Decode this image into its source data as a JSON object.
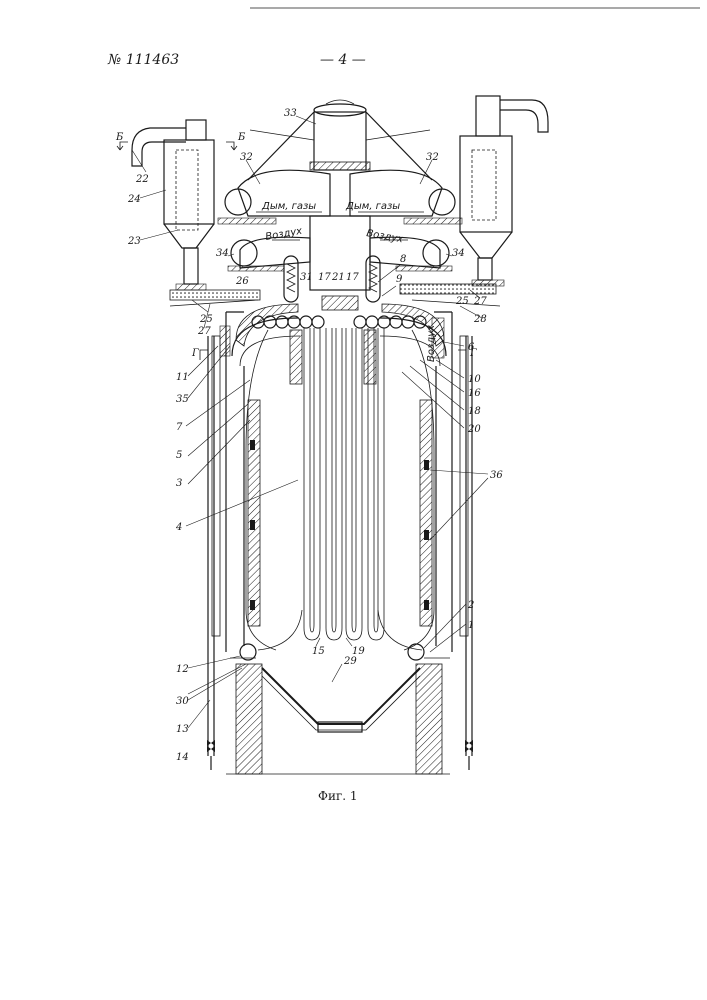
{
  "header": {
    "patent_number": "№ 111463",
    "page_number": "— 4 —"
  },
  "figure": {
    "caption": "Фиг. 1",
    "flow_labels": {
      "smoke_left": "Дым, газы",
      "smoke_right": "Дым, газы",
      "air_left": "Воздух",
      "air_right": "Воздух",
      "air_vertical": "Воздух"
    },
    "section_marks": {
      "b_left": "Б",
      "b_right": "Б",
      "g_left": "Г",
      "g_right": "Г"
    },
    "callouts_left": [
      "22",
      "24",
      "23",
      "26",
      "25",
      "27",
      "11",
      "35",
      "7",
      "5",
      "3",
      "4",
      "12",
      "30",
      "13",
      "14"
    ],
    "callouts_top": [
      "33",
      "32",
      "32",
      "34",
      "34",
      "31",
      "17",
      "21",
      "17",
      "8",
      "9"
    ],
    "callouts_right": [
      "25",
      "27",
      "28",
      "6",
      "10",
      "16",
      "18",
      "20",
      "36",
      "2",
      "1"
    ],
    "callouts_bottom": [
      "15",
      "19",
      "29"
    ]
  }
}
